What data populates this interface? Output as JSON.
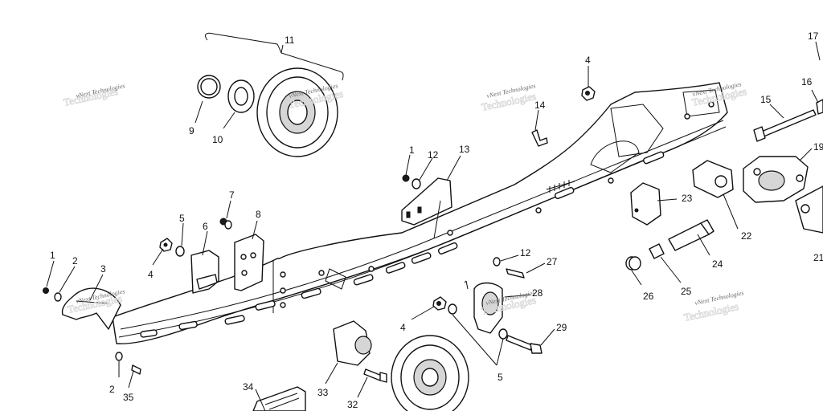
{
  "watermark": {
    "text": "vNext Technologies"
  },
  "callouts": [
    {
      "id": "c11a",
      "label": "11"
    },
    {
      "id": "c9",
      "label": "9"
    },
    {
      "id": "c10",
      "label": "10"
    },
    {
      "id": "c4a",
      "label": "4"
    },
    {
      "id": "c14",
      "label": "14"
    },
    {
      "id": "c17",
      "label": "17"
    },
    {
      "id": "c16",
      "label": "16"
    },
    {
      "id": "c15",
      "label": "15"
    },
    {
      "id": "c19",
      "label": "19"
    },
    {
      "id": "c1a",
      "label": "1"
    },
    {
      "id": "c12a",
      "label": "12"
    },
    {
      "id": "c13",
      "label": "13"
    },
    {
      "id": "c7",
      "label": "7"
    },
    {
      "id": "c5a",
      "label": "5"
    },
    {
      "id": "c6",
      "label": "6"
    },
    {
      "id": "c8",
      "label": "8"
    },
    {
      "id": "c4b",
      "label": "4"
    },
    {
      "id": "c23",
      "label": "23"
    },
    {
      "id": "c22",
      "label": "22"
    },
    {
      "id": "c1b",
      "label": "1"
    },
    {
      "id": "c2a",
      "label": "2"
    },
    {
      "id": "c3",
      "label": "3"
    },
    {
      "id": "c12b",
      "label": "12"
    },
    {
      "id": "c27",
      "label": "27"
    },
    {
      "id": "c24",
      "label": "24"
    },
    {
      "id": "c21",
      "label": "21"
    },
    {
      "id": "c28",
      "label": "28"
    },
    {
      "id": "c26",
      "label": "26"
    },
    {
      "id": "c25",
      "label": "25"
    },
    {
      "id": "c4c",
      "label": "4"
    },
    {
      "id": "c29",
      "label": "29"
    },
    {
      "id": "c5b",
      "label": "5"
    },
    {
      "id": "c2b",
      "label": "2"
    },
    {
      "id": "c35",
      "label": "35"
    },
    {
      "id": "c33",
      "label": "33"
    },
    {
      "id": "c34",
      "label": "34"
    },
    {
      "id": "c32",
      "label": "32"
    }
  ]
}
